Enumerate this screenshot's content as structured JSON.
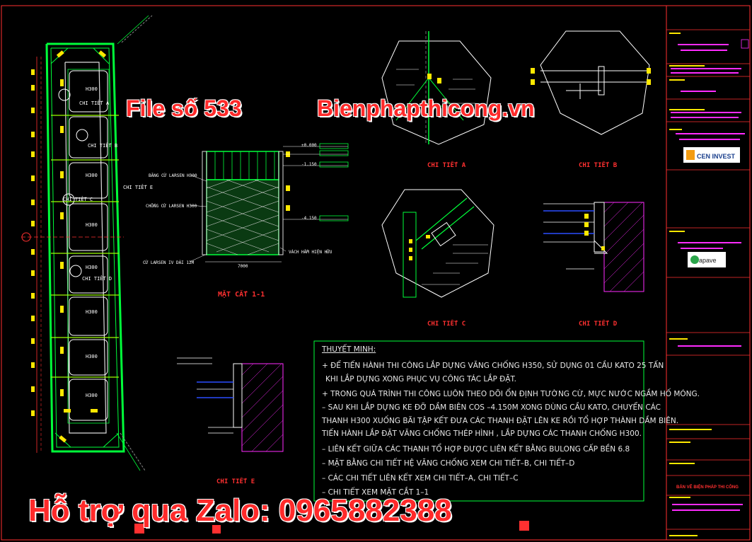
{
  "colors": {
    "background": "#000000",
    "plan_green": "#00ff3a",
    "frame_red": "#ff3030",
    "yellow": "#ffe800",
    "white": "#ffffff",
    "magenta": "#ff2bff",
    "blue": "#2a4dff",
    "watermark_red": "#ff2a2a"
  },
  "watermarks": {
    "file_no": "File số 533",
    "site": "Bienphapthicong.vn",
    "support": "Hỗ trợ qua Zalo: 0965882388"
  },
  "plan": {
    "labels": [
      "H300",
      "CHI TIẾT A",
      "CHI TIẾT B",
      "H300",
      "CHI TIẾT E",
      "CHI TIẾT C",
      "H300",
      "H300",
      "CHI TIẾT D",
      "H300",
      "H300",
      "H300"
    ]
  },
  "section_1_1": {
    "title": "MẶT CẮT 1-1",
    "labels": [
      "BĂNG CỪ LARSEN H300",
      "CHỐNG CỪ LARSEN H300",
      "CỪ LARSEN IV DÀI 12M",
      "VÁCH HẦM HIỆN HỮU"
    ],
    "levels": [
      "±0.000",
      "-1.150",
      "-4.150"
    ],
    "dim": "7000"
  },
  "details": {
    "a": "CHI TIẾT A",
    "b": "CHI TIẾT B",
    "c": "CHI TIẾT C",
    "d": "CHI TIẾT D",
    "e": "CHI TIẾT E"
  },
  "notes": {
    "heading": "THUYẾT MINH:",
    "lines": [
      "+ ĐỂ TIẾN HÀNH THI CÔNG LẮP DỰNG VĂNG CHỐNG H350, SỬ DỤNG 01 CẦU KATO 25 TẤN",
      "KHI LẮP  DỰNG XONG PHỤC VỤ CÔNG TÁC LẮP ĐẶT.",
      "+ TRONG QUÁ TRÌNH THI CÔNG LUÔN THEO DÕI ỔN ĐỊNH TƯỜNG CỪ, MỰC NƯỚC NGẦM HỐ MÓNG.",
      "– SAU KHI LẮP DỰNG KE ĐỠ DẦM BIÊN COS –4.150M XONG DÙNG CẦU KATO, CHUYỂN CÁC",
      "THANH H300 XUỐNG BÃI TẬP KẾT ĐƯA CÁC THANH ĐẶT LÊN KE RỒI TỔ  HỢP THÀNH DẦM BIÊN.",
      "TIẾN HÀNH LẮP ĐẶT VĂNG CHỐNG THÉP HÌNH , LẮP DỰNG CÁC THANH CHỐNG H300.",
      "– LIÊN KẾT GIỮA CÁC THANH TỔ HỢP ĐƯỢC LIÊN KẾT BẰNG BULONG CẤP BỀN 6.8",
      "– MẶT BẰNG CHI TIẾT HỆ VĂNG CHỐNG  XEM CHI TIẾT–B, CHI TIẾT–D",
      "– CÁC CHI TIẾT LIÊN KẾT XEM CHI TIẾT–A, CHI TIẾT–C",
      "– CHI TIẾT XEM MẶT CẮT 1–1"
    ]
  },
  "title_block": {
    "logo_cen": "CEN INVEST",
    "logo_apave": "apave",
    "heading": "BẢN VẼ BIỆN PHÁP THI CÔNG"
  }
}
